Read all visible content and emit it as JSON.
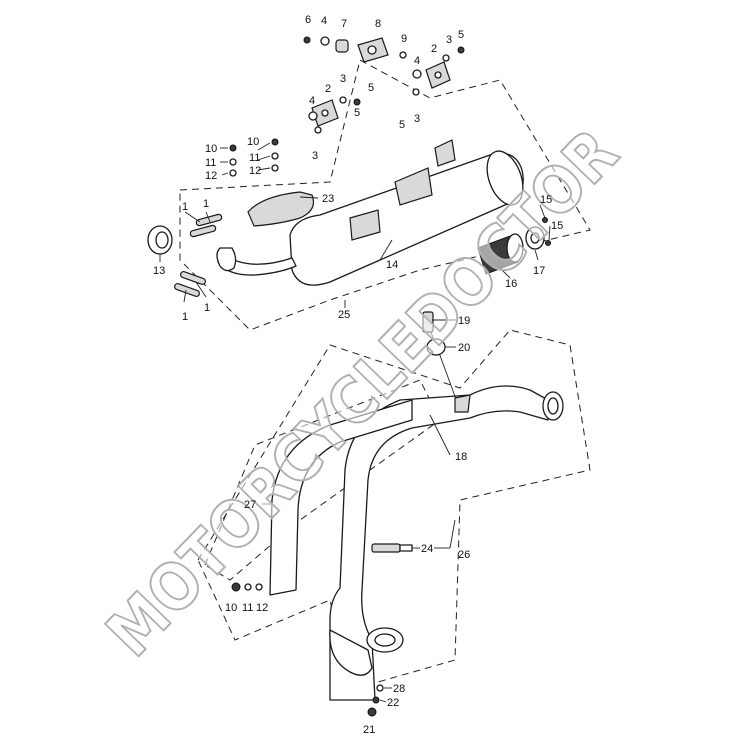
{
  "watermark": "MOTORCYCLEDOCTOR",
  "callouts": {
    "c1a": "1",
    "c1b": "1",
    "c1c": "1",
    "c1d": "1",
    "c2a": "2",
    "c2b": "2",
    "c3a": "3",
    "c3b": "3",
    "c3c": "3",
    "c3d": "3",
    "c4a": "4",
    "c4b": "4",
    "c4c": "4",
    "c5a": "5",
    "c5b": "5",
    "c5c": "5",
    "c5d": "5",
    "c6": "6",
    "c7": "7",
    "c8": "8",
    "c9": "9",
    "c10a": "10",
    "c10b": "10",
    "c10c": "10",
    "c11a": "11",
    "c11b": "11",
    "c11c": "11",
    "c12a": "12",
    "c12b": "12",
    "c12c": "12",
    "c13": "13",
    "c14": "14",
    "c15a": "15",
    "c15b": "15",
    "c16": "16",
    "c17": "17",
    "c18": "18",
    "c19": "19",
    "c20": "20",
    "c21": "21",
    "c22": "22",
    "c23": "23",
    "c24": "24",
    "c25": "25",
    "c26": "26",
    "c27": "27",
    "c28": "28"
  }
}
